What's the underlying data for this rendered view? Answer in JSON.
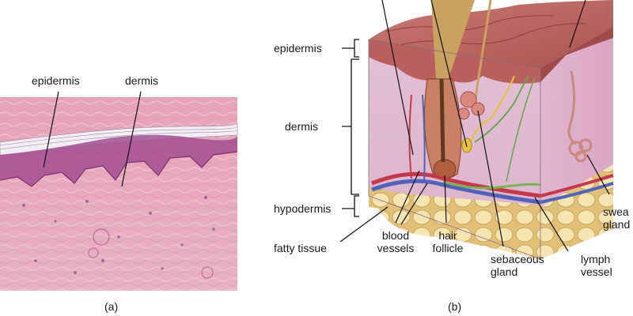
{
  "panel_a": {
    "caption": "(a)",
    "labels": {
      "epidermis": "epidermis",
      "dermis": "dermis"
    }
  },
  "panel_b": {
    "caption": "(b)",
    "brackets": {
      "epidermis": "epidermis",
      "dermis": "dermis",
      "hypodermis": "hypodermis"
    },
    "labels": {
      "fatty_tissue": "fatty tissue",
      "blood_vessels_1": "blood",
      "blood_vessels_2": "vessels",
      "hair_follicle_1": "hair",
      "hair_follicle_2": "follicle",
      "sebaceous_gland_1": "sebaceous",
      "sebaceous_gland_2": "gland",
      "lymph_vessel_1": "lymph",
      "lymph_vessel_2": "vessel",
      "sweat_gland_1": "swea",
      "sweat_gland_2": "gland"
    }
  }
}
